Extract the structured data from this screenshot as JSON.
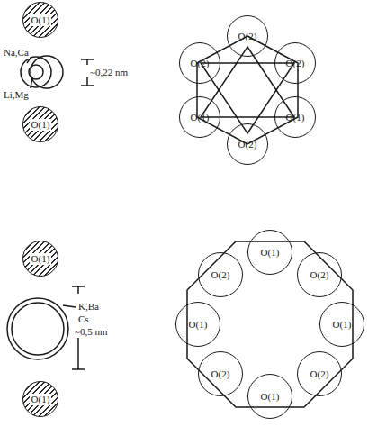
{
  "diagram": {
    "nodes": [
      {
        "text": [
          "O(1)"
        ]
      },
      {
        "text": [
          "O(1)"
        ]
      },
      {
        "text": [
          "O(2)"
        ]
      },
      {
        "text": [
          "O(2)"
        ]
      },
      {
        "text": [
          "O(2)"
        ]
      },
      {
        "text": [
          "O(1)"
        ]
      },
      {
        "text": [
          "O(1)"
        ]
      },
      {
        "text": [
          "O(2)"
        ]
      },
      {
        "text": [
          "O(1)"
        ]
      },
      {
        "text": [
          "O(1)"
        ]
      },
      {
        "text": [
          "O(2)"
        ]
      },
      {
        "text": [
          "O(1)"
        ]
      },
      {
        "text": [
          "O(2)"
        ]
      },
      {
        "text": [
          "O(1)"
        ]
      },
      {
        "text": [
          "O(1)"
        ]
      },
      {
        "text": [
          "O(2)"
        ]
      },
      {
        "text": [
          "O(1)"
        ]
      },
      {
        "text": [
          "O(2)"
        ]
      }
    ],
    "labels": [
      "Na,Ca",
      "Li,Mg",
      "~0,22 nm",
      "K,Ba",
      "Cs",
      "~0,5 nm"
    ]
  }
}
